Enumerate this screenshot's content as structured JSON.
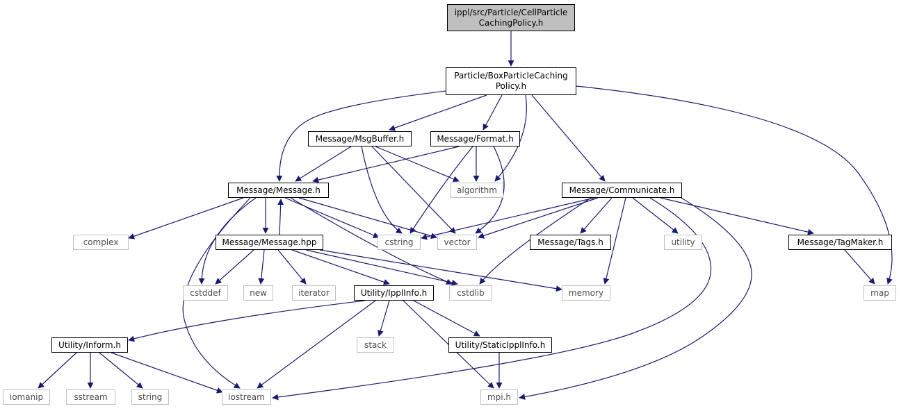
{
  "graph": {
    "nodes": [
      {
        "id": "root",
        "label": "ippl/src/Particle/CellParticle\nCachingPolicy.h",
        "kind": "root"
      },
      {
        "id": "box",
        "label": "Particle/BoxParticleCaching\nPolicy.h",
        "kind": "file"
      },
      {
        "id": "msgbuffer",
        "label": "Message/MsgBuffer.h",
        "kind": "file"
      },
      {
        "id": "format",
        "label": "Message/Format.h",
        "kind": "file"
      },
      {
        "id": "message",
        "label": "Message/Message.h",
        "kind": "file"
      },
      {
        "id": "algorithm",
        "label": "algorithm",
        "kind": "system"
      },
      {
        "id": "communicate",
        "label": "Message/Communicate.h",
        "kind": "file"
      },
      {
        "id": "complex",
        "label": "complex",
        "kind": "system"
      },
      {
        "id": "messagehpp",
        "label": "Message/Message.hpp",
        "kind": "file"
      },
      {
        "id": "cstring",
        "label": "cstring",
        "kind": "system"
      },
      {
        "id": "vector",
        "label": "vector",
        "kind": "system"
      },
      {
        "id": "tags",
        "label": "Message/Tags.h",
        "kind": "file"
      },
      {
        "id": "utility",
        "label": "utility",
        "kind": "system"
      },
      {
        "id": "tagmaker",
        "label": "Message/TagMaker.h",
        "kind": "file"
      },
      {
        "id": "cstddef",
        "label": "cstddef",
        "kind": "system"
      },
      {
        "id": "new",
        "label": "new",
        "kind": "system"
      },
      {
        "id": "iterator",
        "label": "iterator",
        "kind": "system"
      },
      {
        "id": "ipplinfo",
        "label": "Utility/IpplInfo.h",
        "kind": "file"
      },
      {
        "id": "cstdlib",
        "label": "cstdlib",
        "kind": "system"
      },
      {
        "id": "memory",
        "label": "memory",
        "kind": "system"
      },
      {
        "id": "map",
        "label": "map",
        "kind": "system"
      },
      {
        "id": "inform",
        "label": "Utility/Inform.h",
        "kind": "file"
      },
      {
        "id": "stack",
        "label": "stack",
        "kind": "system"
      },
      {
        "id": "staticipplinfo",
        "label": "Utility/StaticIpplInfo.h",
        "kind": "file"
      },
      {
        "id": "iomanip",
        "label": "iomanip",
        "kind": "system"
      },
      {
        "id": "sstream",
        "label": "sstream",
        "kind": "system"
      },
      {
        "id": "string",
        "label": "string",
        "kind": "system"
      },
      {
        "id": "iostream",
        "label": "iostream",
        "kind": "system"
      },
      {
        "id": "mpih",
        "label": "mpi.h",
        "kind": "system"
      }
    ],
    "edges": [
      {
        "from": "root",
        "to": "box"
      },
      {
        "from": "box",
        "to": "msgbuffer"
      },
      {
        "from": "box",
        "to": "format"
      },
      {
        "from": "box",
        "to": "message"
      },
      {
        "from": "box",
        "to": "algorithm"
      },
      {
        "from": "box",
        "to": "communicate"
      },
      {
        "from": "box",
        "to": "map"
      },
      {
        "from": "msgbuffer",
        "to": "message"
      },
      {
        "from": "msgbuffer",
        "to": "algorithm"
      },
      {
        "from": "msgbuffer",
        "to": "cstring"
      },
      {
        "from": "msgbuffer",
        "to": "vector"
      },
      {
        "from": "format",
        "to": "message"
      },
      {
        "from": "format",
        "to": "algorithm"
      },
      {
        "from": "format",
        "to": "cstring"
      },
      {
        "from": "format",
        "to": "vector"
      },
      {
        "from": "message",
        "to": "complex"
      },
      {
        "from": "message",
        "to": "messagehpp"
      },
      {
        "from": "message",
        "to": "cstring"
      },
      {
        "from": "message",
        "to": "vector"
      },
      {
        "from": "message",
        "to": "cstddef"
      },
      {
        "from": "message",
        "to": "cstdlib"
      },
      {
        "from": "message",
        "to": "iostream"
      },
      {
        "from": "messagehpp",
        "to": "message"
      },
      {
        "from": "messagehpp",
        "to": "cstddef"
      },
      {
        "from": "messagehpp",
        "to": "new"
      },
      {
        "from": "messagehpp",
        "to": "iterator"
      },
      {
        "from": "messagehpp",
        "to": "ipplinfo"
      },
      {
        "from": "messagehpp",
        "to": "cstdlib"
      },
      {
        "from": "messagehpp",
        "to": "memory"
      },
      {
        "from": "communicate",
        "to": "cstring"
      },
      {
        "from": "communicate",
        "to": "vector"
      },
      {
        "from": "communicate",
        "to": "tags"
      },
      {
        "from": "communicate",
        "to": "utility"
      },
      {
        "from": "communicate",
        "to": "tagmaker"
      },
      {
        "from": "communicate",
        "to": "cstdlib"
      },
      {
        "from": "communicate",
        "to": "memory"
      },
      {
        "from": "communicate",
        "to": "iostream"
      },
      {
        "from": "communicate",
        "to": "mpih"
      },
      {
        "from": "tagmaker",
        "to": "map"
      },
      {
        "from": "ipplinfo",
        "to": "inform"
      },
      {
        "from": "ipplinfo",
        "to": "stack"
      },
      {
        "from": "ipplinfo",
        "to": "staticipplinfo"
      },
      {
        "from": "ipplinfo",
        "to": "iostream"
      },
      {
        "from": "ipplinfo",
        "to": "mpih"
      },
      {
        "from": "staticipplinfo",
        "to": "mpih"
      },
      {
        "from": "inform",
        "to": "iomanip"
      },
      {
        "from": "inform",
        "to": "sstream"
      },
      {
        "from": "inform",
        "to": "string"
      },
      {
        "from": "inform",
        "to": "iostream"
      }
    ],
    "colors": {
      "edge": "#191970",
      "file_border": "#000000",
      "system_border": "#bfbfbf",
      "root_fill": "#bfbfbf"
    }
  }
}
